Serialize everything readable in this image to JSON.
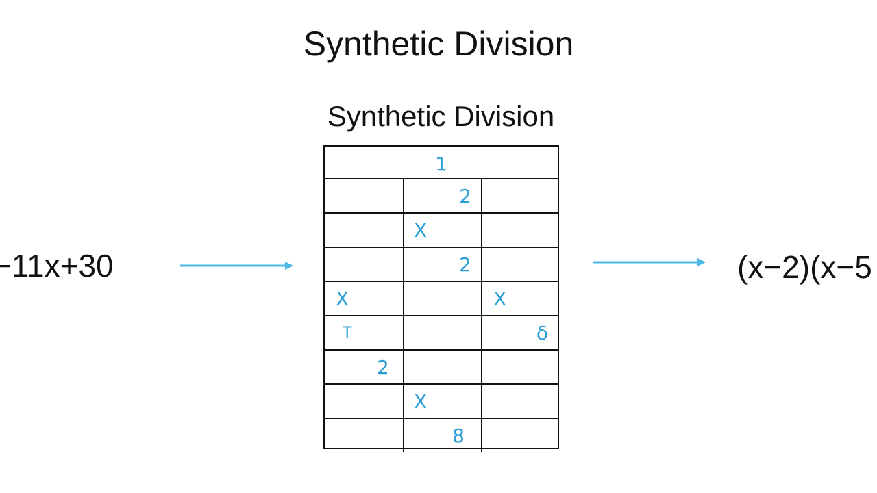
{
  "title": "Synthetic Division",
  "diagram_title": "Synthetic Division",
  "input_expression": "−11x+30",
  "output_expression": "(x−2)(x−5",
  "accent_color": "#2a9fd6",
  "grid": {
    "rows": [
      [
        "1"
      ],
      [
        "",
        "2",
        ""
      ],
      [
        "",
        "X",
        ""
      ],
      [
        "",
        "2",
        ""
      ],
      [
        "X",
        "",
        "X"
      ],
      [
        "T",
        "",
        "δ"
      ],
      [
        "2",
        "",
        ""
      ],
      [
        "",
        "X",
        ""
      ],
      [
        "",
        "8",
        ""
      ]
    ]
  }
}
